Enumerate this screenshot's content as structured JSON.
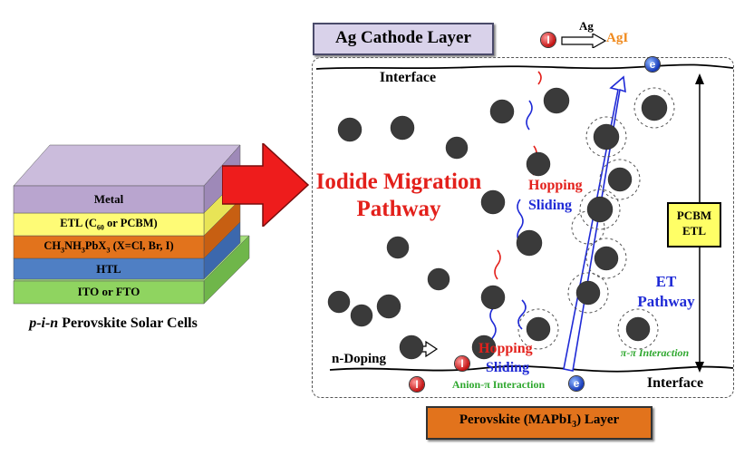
{
  "stack": {
    "layers": [
      {
        "label": "Metal",
        "color": "#b9a5cf"
      },
      {
        "label": "ETL (C60 or PCBM)",
        "color": "#fefb76"
      },
      {
        "label": "CH3NH3PbX3 (X=Cl, Br, I)",
        "color": "#e2731c"
      },
      {
        "label": "HTL",
        "color": "#4f7fc4"
      },
      {
        "label": "ITO or FTO",
        "color": "#8fd460"
      }
    ],
    "caption": "p-i-n Perovskite Solar Cells"
  },
  "cathode": {
    "label": "Ag Cathode Layer",
    "color": "#d9d2ea"
  },
  "reaction": {
    "reagent": "Ag",
    "product": "AgI",
    "ion": "I⁻"
  },
  "interface_top": "Interface",
  "interface_bottom": "Interface",
  "migration": {
    "line1": "Iodide Migration",
    "line2": "Pathway"
  },
  "hopping_upper": "Hopping",
  "sliding_upper": "Sliding",
  "hopping_lower": "Hopping",
  "sliding_lower": "Sliding",
  "et_pathway": {
    "line1": "ET",
    "line2": "Pathway"
  },
  "pcbm_etl": {
    "line1": "PCBM",
    "line2": "ETL",
    "color": "#ffff66"
  },
  "pi_pi": "π-π Interaction",
  "anion_pi": "Anion-π Interaction",
  "n_doping": "n-Doping",
  "electron": "e",
  "perovskite_layer": {
    "label": "Perovskite (MAPbI3) Layer",
    "color": "#e2731c"
  }
}
